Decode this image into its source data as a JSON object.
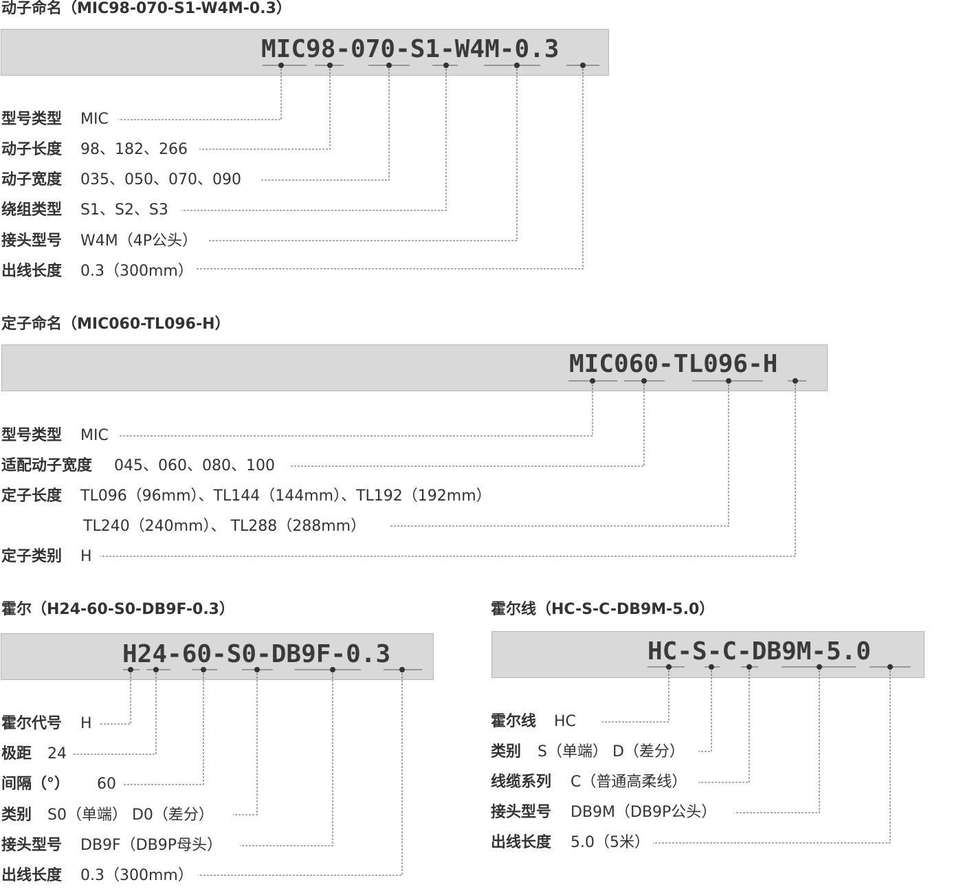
{
  "sections": {
    "mover": {
      "title": "动子命名（MIC98-070-S1-W4M-0.3）",
      "code": "MIC98-070-S1-W4M-0.3",
      "rows": [
        {
          "label": "型号类型",
          "value": "MIC"
        },
        {
          "label": "动子长度",
          "value": "98、182、266"
        },
        {
          "label": "动子宽度",
          "value": "035、050、070、090"
        },
        {
          "label": "绕组类型",
          "value": "S1、S2、S3"
        },
        {
          "label": "接头型号",
          "value": "W4M（4P公头）"
        },
        {
          "label": "出线长度",
          "value": "0.3（300mm）"
        }
      ]
    },
    "stator": {
      "title": "定子命名（MIC060-TL096-H）",
      "code": "MIC060-TL096-H",
      "rows": [
        {
          "label": "型号类型",
          "value": "MIC"
        },
        {
          "label": "适配动子宽度",
          "value": "045、060、080、100"
        },
        {
          "label": "定子长度",
          "value": "TL096（96mm）、TL144（144mm）、TL192（192mm）"
        },
        {
          "label": "",
          "value": "TL240（240mm）、 TL288（288mm）"
        },
        {
          "label": "定子类别",
          "value": "H"
        }
      ]
    },
    "hall": {
      "title": "霍尔（H24-60-S0-DB9F-0.3）",
      "code": "H24-60-S0-DB9F-0.3",
      "rows": [
        {
          "label": "霍尔代号",
          "value": "H"
        },
        {
          "label": "极距",
          "value": "24"
        },
        {
          "label": "间隔（°）",
          "value": "60"
        },
        {
          "label": "类别",
          "value": "S0（单端） D0（差分）"
        },
        {
          "label": "接头型号",
          "value": "DB9F（DB9P母头）"
        },
        {
          "label": "出线长度",
          "value": "0.3（300mm）"
        }
      ]
    },
    "hallcable": {
      "title": "霍尔线（HC-S-C-DB9M-5.0）",
      "code": "HC-S-C-DB9M-5.0",
      "rows": [
        {
          "label": "霍尔线",
          "value": "HC"
        },
        {
          "label": "类别",
          "value": "S（单端） D（差分）"
        },
        {
          "label": "线缆系列",
          "value": "C（普通高柔线）"
        },
        {
          "label": "接头型号",
          "value": "DB9M（DB9P公头）"
        },
        {
          "label": "出线长度",
          "value": "5.0（5米）"
        }
      ]
    }
  },
  "colors": {
    "box_fill": "#d9d9d9",
    "box_border": "#b4b4b4",
    "text": "#333333",
    "line": "#555555"
  }
}
